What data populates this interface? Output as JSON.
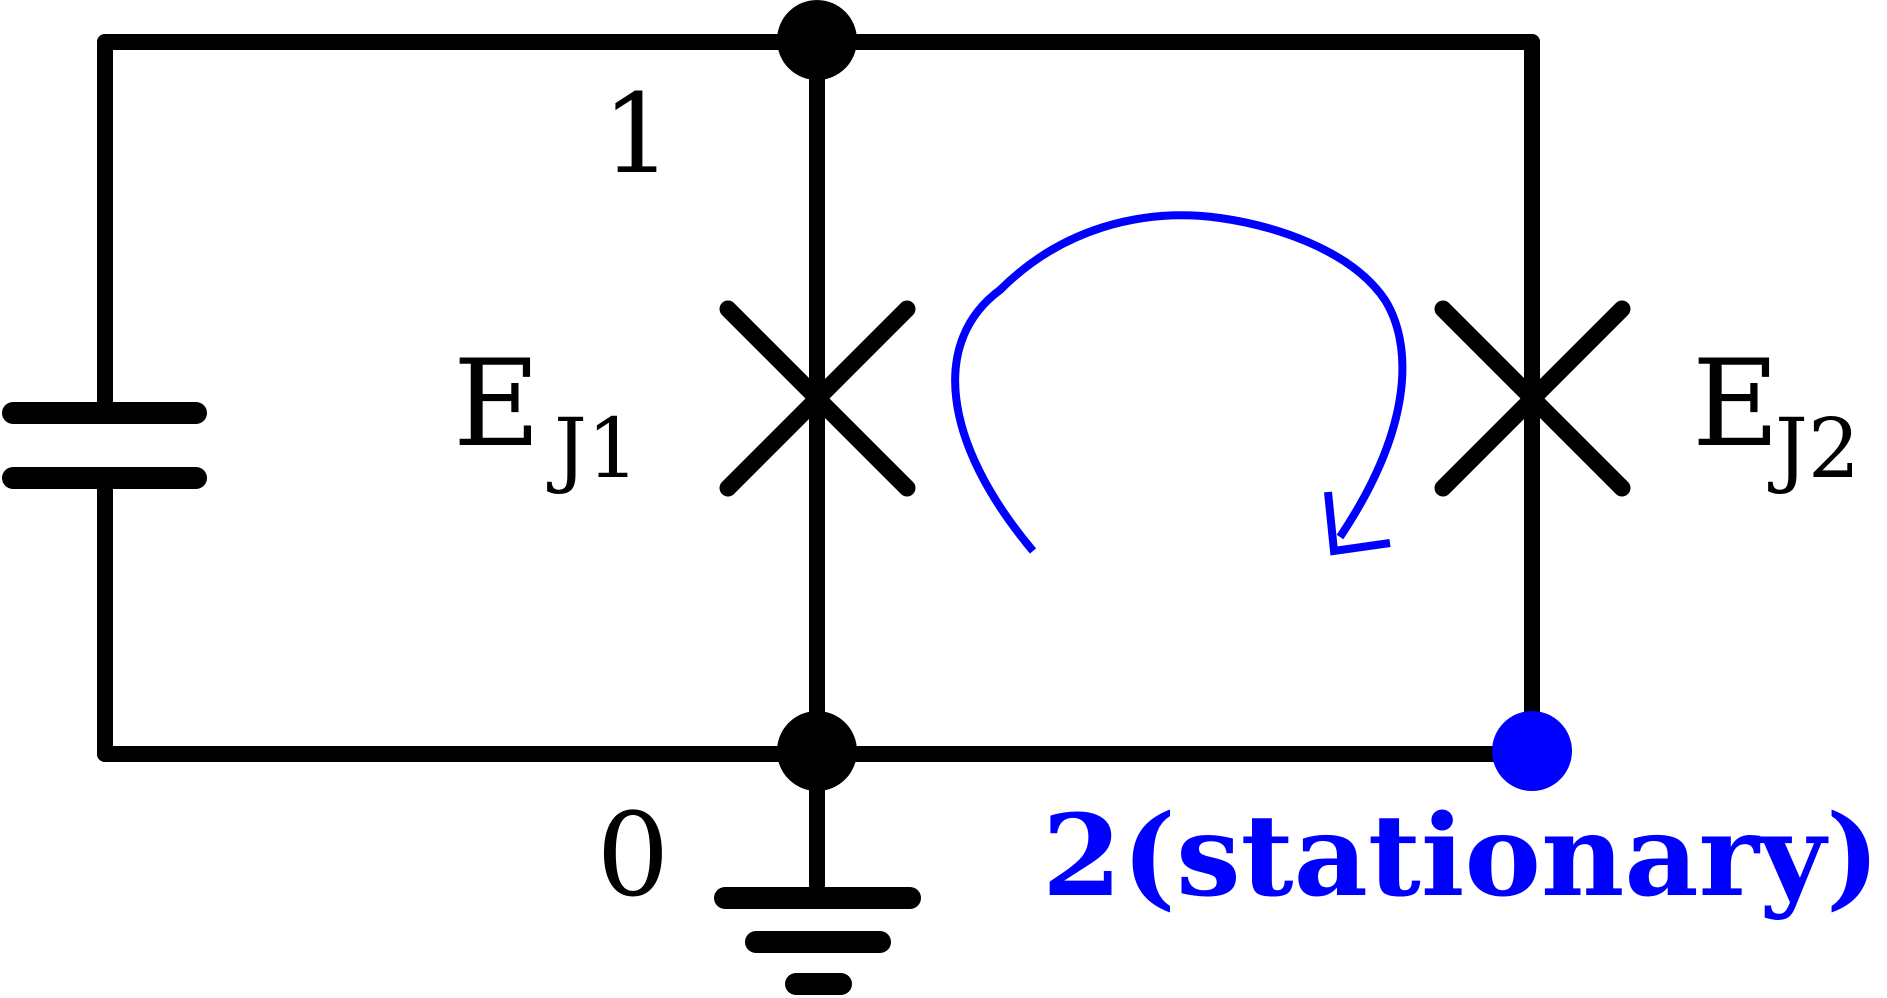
{
  "nodes": {
    "node_1": {
      "label": "1"
    },
    "node_0": {
      "label": "0"
    },
    "node_2": {
      "label": "2(stationary)",
      "color": "#0000ff"
    }
  },
  "junctions": {
    "jj1": {
      "main": "E",
      "sub": "J1"
    },
    "jj2": {
      "main": "E",
      "sub": "J2"
    }
  },
  "components": {
    "capacitor": "capacitor",
    "ground": "ground",
    "loop_arrow": "clockwise-loop-arrow"
  },
  "colors": {
    "wire": "#000000",
    "accent": "#0000ff"
  }
}
